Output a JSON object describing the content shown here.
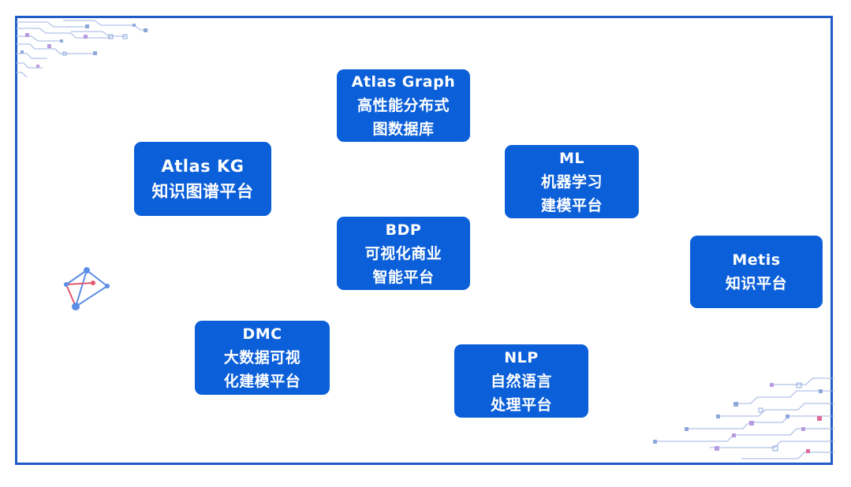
{
  "colors": {
    "frame": "#1f5cc7",
    "card": "#0b5fd8",
    "card_text": "#ffffff",
    "circuit_blue": "#8fa8dc",
    "circuit_purple": "#b79be0",
    "circuit_pink": "#e06a9a"
  },
  "nodes": [
    {
      "id": "atlas-graph",
      "lines": [
        "Atlas Graph",
        "高性能分布式",
        "图数据库"
      ]
    },
    {
      "id": "atlas-kg",
      "lines": [
        "Atlas KG",
        "知识图谱平台"
      ]
    },
    {
      "id": "ml",
      "lines": [
        "ML",
        "机器学习",
        "建模平台"
      ]
    },
    {
      "id": "bdp",
      "lines": [
        "BDP",
        "可视化商业",
        "智能平台"
      ]
    },
    {
      "id": "metis",
      "lines": [
        "Metis",
        "知识平台"
      ]
    },
    {
      "id": "dmc",
      "lines": [
        "DMC",
        "大数据可视",
        "化建模平台"
      ]
    },
    {
      "id": "nlp",
      "lines": [
        "NLP",
        "自然语言",
        "处理平台"
      ]
    }
  ],
  "icons": {
    "left_logo": "network-graph-icon",
    "top_left_decor": "circuit-pattern-icon",
    "bottom_right_decor": "circuit-pattern-icon"
  }
}
